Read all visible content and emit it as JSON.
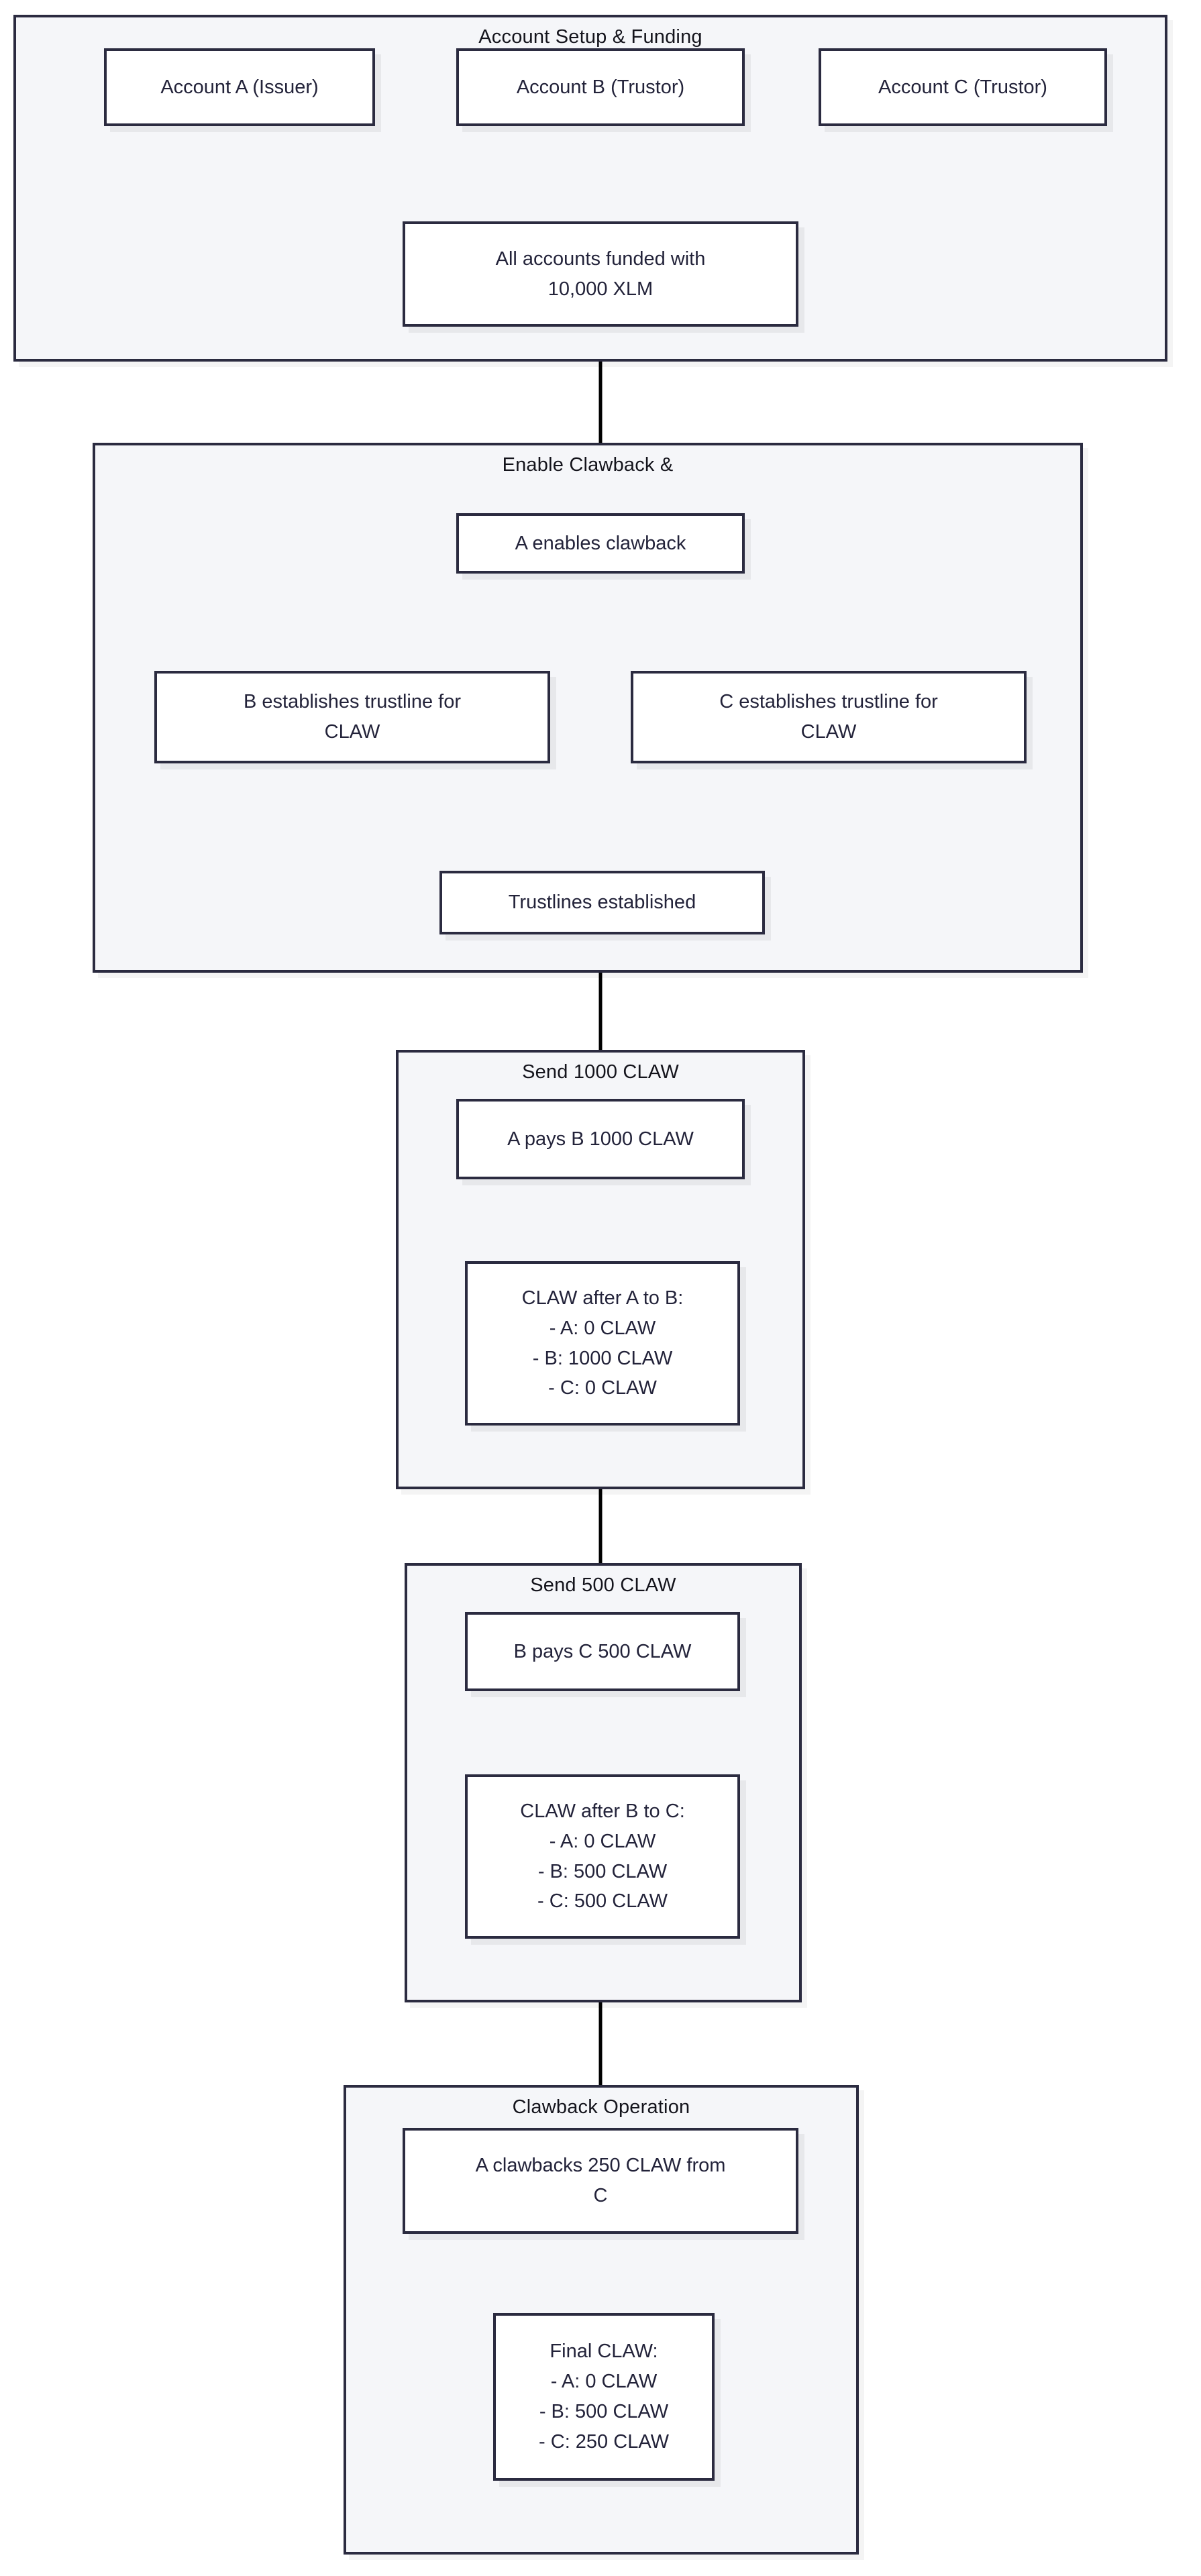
{
  "diagram": {
    "type": "flowchart",
    "direction": "top-down",
    "theme": {
      "page_background": "#ffffff",
      "cluster_background": "#f5f6f9",
      "border_color": "#2b2b40",
      "text_color": "#23233a",
      "edge_color": "#000000"
    }
  },
  "sections": [
    {
      "id": "setup",
      "title": "Account Setup & Funding",
      "nodes": [
        {
          "id": "acct_a",
          "label": "Account A (Issuer)"
        },
        {
          "id": "acct_b",
          "label": "Account B (Trustor)"
        },
        {
          "id": "acct_c",
          "label": "Account C (Trustor)"
        },
        {
          "id": "funded",
          "lines": [
            "All accounts funded with",
            "10,000 XLM"
          ]
        }
      ]
    },
    {
      "id": "clawback_enable",
      "title": "Enable Clawback &",
      "nodes": [
        {
          "id": "a_enables",
          "label": "A enables clawback"
        },
        {
          "id": "b_trustline",
          "lines": [
            "B establishes trustline for",
            "CLAW"
          ]
        },
        {
          "id": "c_trustline",
          "lines": [
            "C establishes trustline for",
            "CLAW"
          ]
        },
        {
          "id": "trustlines_done",
          "label": "Trustlines established"
        }
      ]
    },
    {
      "id": "send_1000",
      "title": "Send 1000 CLAW",
      "nodes": [
        {
          "id": "a_pays_b",
          "label": "A pays B 1000 CLAW"
        },
        {
          "id": "state_after_ab",
          "lines": [
            "CLAW after A to B:",
            "- A: 0 CLAW",
            "- B: 1000 CLAW",
            "- C: 0 CLAW"
          ]
        }
      ]
    },
    {
      "id": "send_500",
      "title": "Send 500 CLAW",
      "nodes": [
        {
          "id": "b_pays_c",
          "label": "B pays C 500 CLAW"
        },
        {
          "id": "state_after_bc",
          "lines": [
            "CLAW after B to C:",
            "- A: 0 CLAW",
            "- B: 500 CLAW",
            "- C: 500 CLAW"
          ]
        }
      ]
    },
    {
      "id": "clawback_op",
      "title": "Clawback Operation",
      "nodes": [
        {
          "id": "a_clawbacks",
          "lines": [
            "A clawbacks 250 CLAW from",
            "C"
          ]
        },
        {
          "id": "final_state",
          "lines": [
            "Final CLAW:",
            "- A: 0 CLAW",
            "- B: 500 CLAW",
            "- C: 250 CLAW"
          ]
        }
      ]
    }
  ],
  "edges": [
    {
      "from": "acct_a",
      "to": "funded"
    },
    {
      "from": "acct_b",
      "to": "funded"
    },
    {
      "from": "acct_c",
      "to": "funded"
    },
    {
      "from": "funded",
      "to": "a_enables"
    },
    {
      "from": "a_enables",
      "to": "b_trustline"
    },
    {
      "from": "a_enables",
      "to": "c_trustline"
    },
    {
      "from": "b_trustline",
      "to": "trustlines_done"
    },
    {
      "from": "c_trustline",
      "to": "trustlines_done"
    },
    {
      "from": "trustlines_done",
      "to": "a_pays_b"
    },
    {
      "from": "a_pays_b",
      "to": "state_after_ab"
    },
    {
      "from": "state_after_ab",
      "to": "b_pays_c"
    },
    {
      "from": "b_pays_c",
      "to": "state_after_bc"
    },
    {
      "from": "state_after_bc",
      "to": "a_clawbacks"
    },
    {
      "from": "a_clawbacks",
      "to": "final_state"
    }
  ]
}
